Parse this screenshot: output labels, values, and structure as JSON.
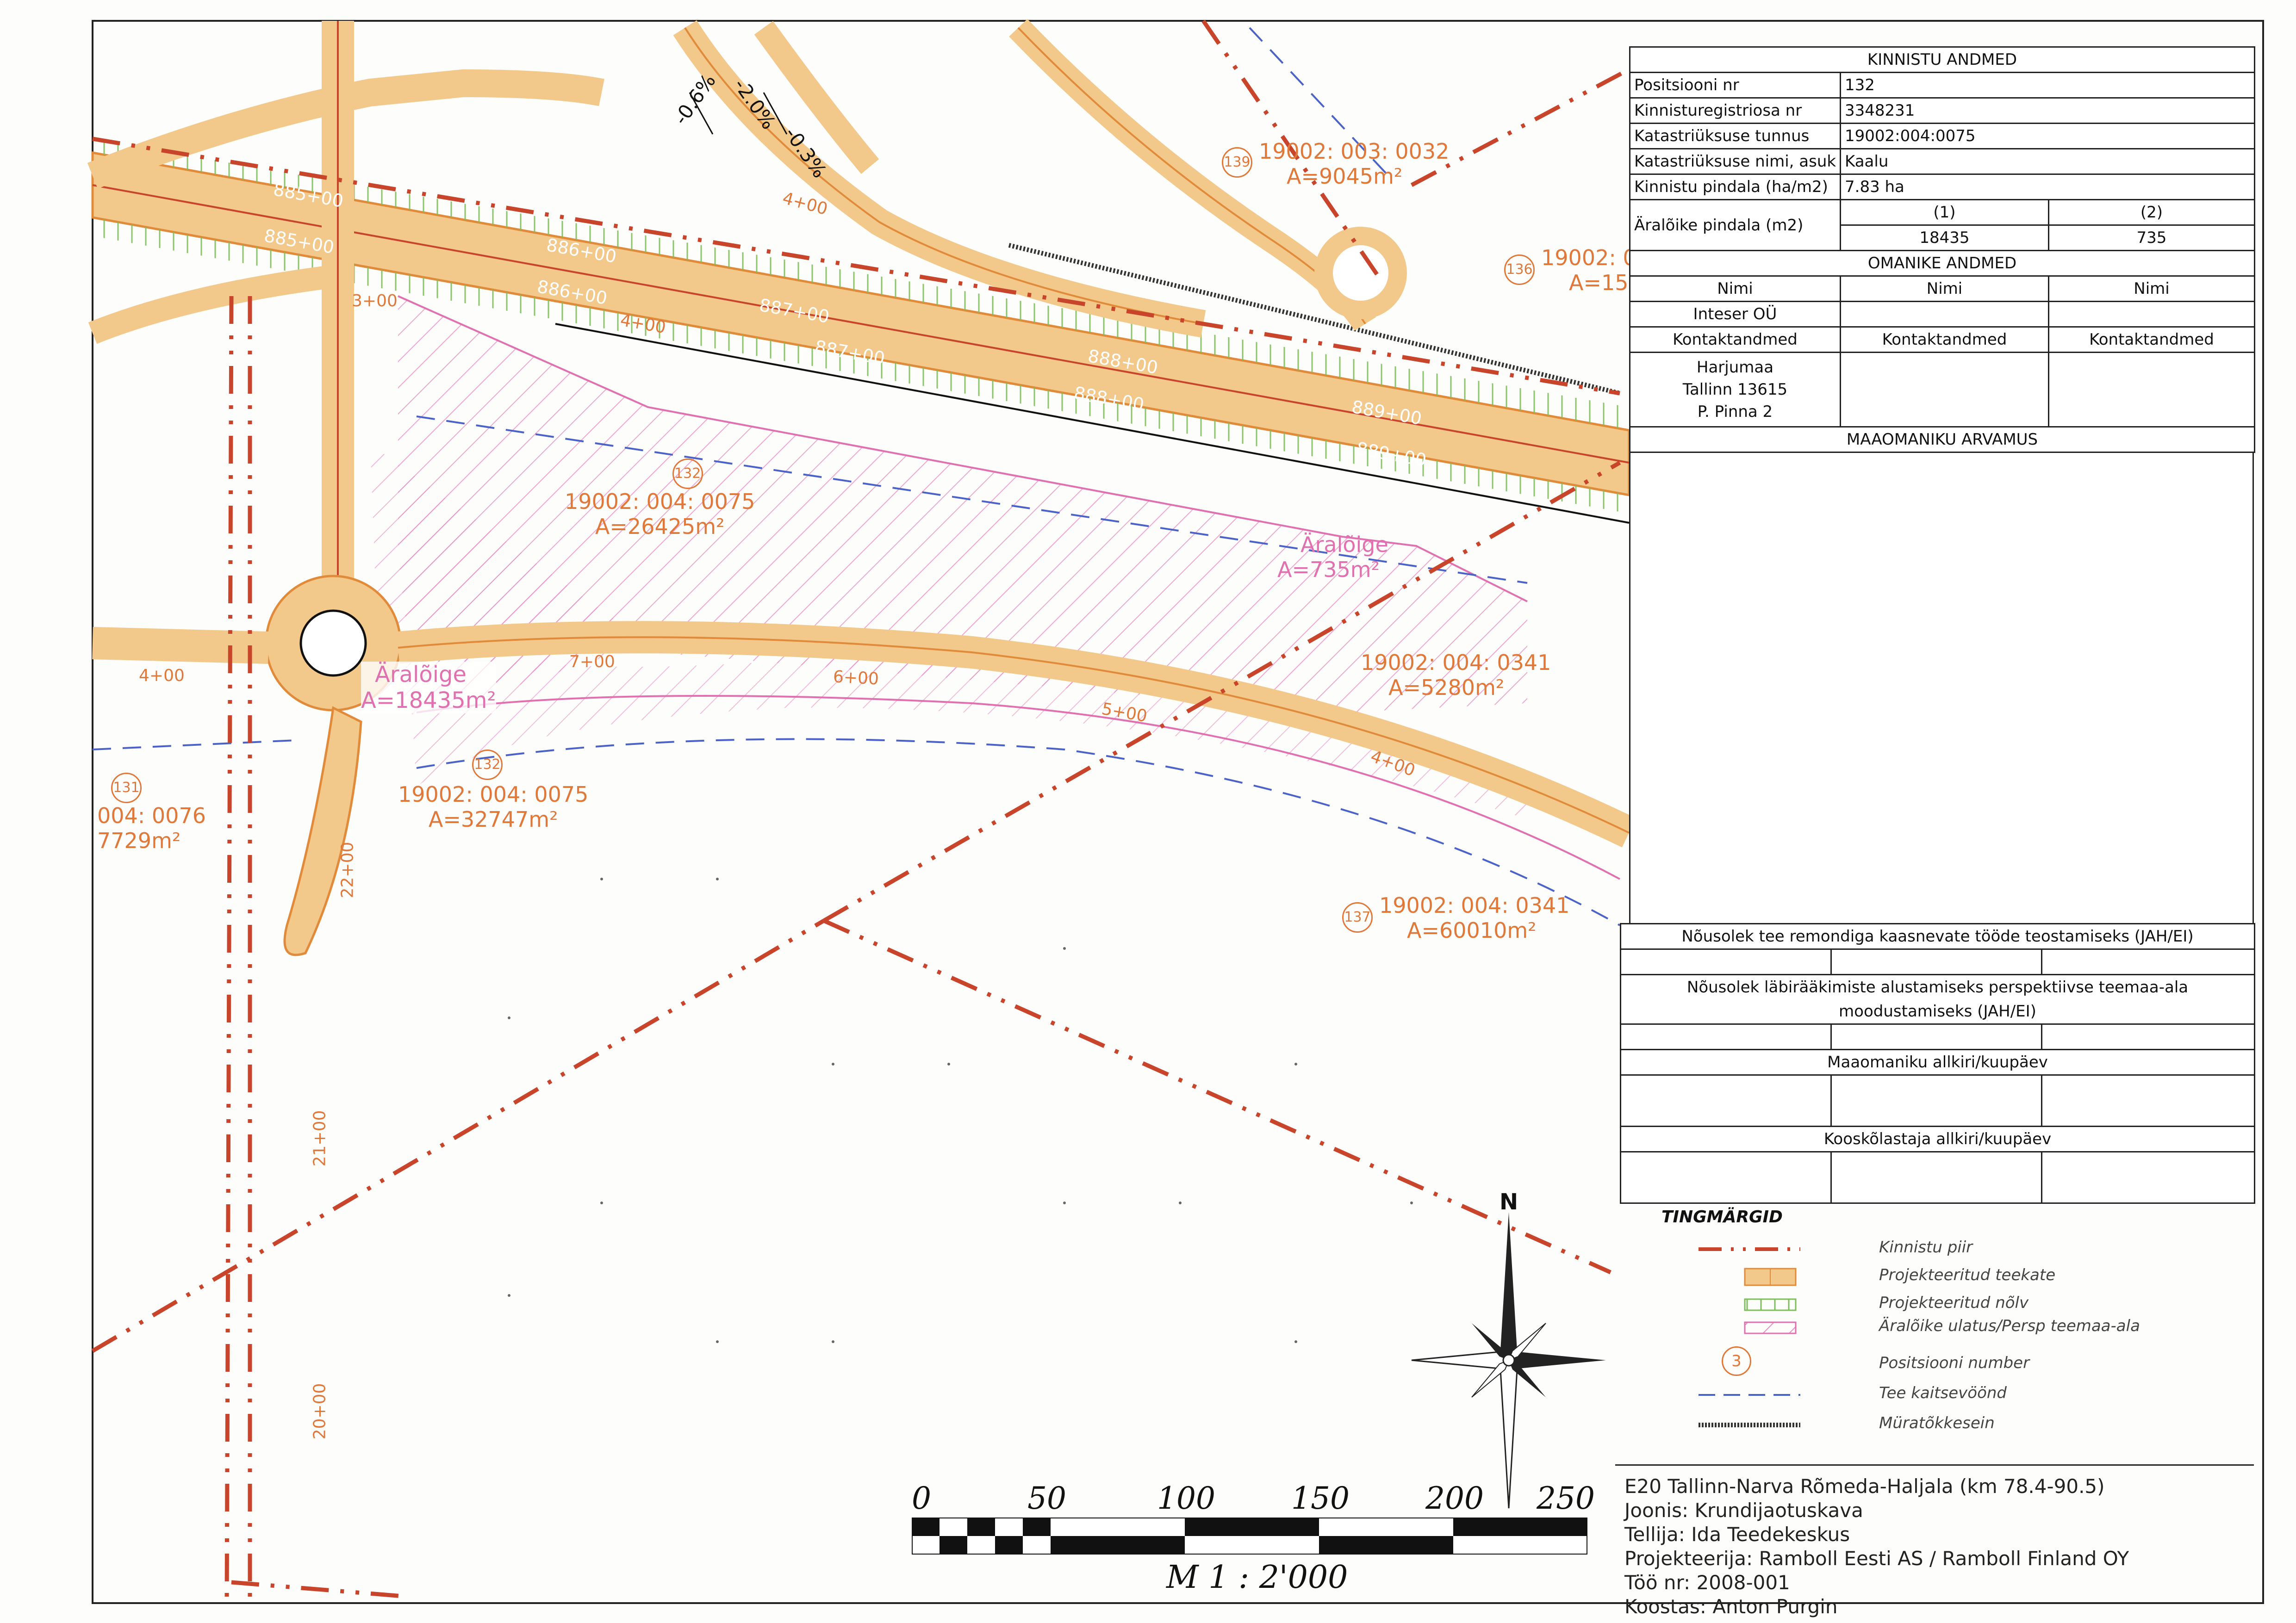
{
  "info_table": {
    "title": "KINNISTU ANDMED",
    "rows": [
      {
        "label": "Positsiooni nr",
        "value": "132"
      },
      {
        "label": "Kinnisturegistriosa nr",
        "value": "3348231"
      },
      {
        "label": "Katastriüksuse tunnus",
        "value": "19002:004:0075"
      },
      {
        "label": "Katastriüksuse nimi, asuk",
        "value": "Kaalu"
      },
      {
        "label": "Kinnistu pindala (ha/m2)",
        "value": "7.83 ha"
      }
    ],
    "araloike_label": "Äralõike pindala (m2)",
    "araloike_cols": [
      "(1)",
      "(2)"
    ],
    "araloike_vals": [
      "18435",
      "735"
    ]
  },
  "owners": {
    "title": "OMANIKE ANDMED",
    "name_header": "Nimi",
    "owner_name": "Inteser OÜ",
    "contact_header": "Kontaktandmed",
    "address": [
      "Harjumaa",
      "Tallinn 13615",
      "P. Pinna 2"
    ]
  },
  "opinion": {
    "title": "MAAOMANIKU ARVAMUS"
  },
  "consents": [
    "Nõusolek tee remondiga kaasnevate tööde teostamiseks (JAH/EI)",
    "Nõusolek läbirääkimiste alustamiseks perspektiivse teemaa-ala",
    "moodustamiseks (JAH/EI)",
    "Maaomaniku allkiri/kuupäev",
    "Kooskõlastaja allkiri/kuupäev"
  ],
  "legend": {
    "title": "TINGMÄRGID",
    "items": [
      {
        "label": "Kinnistu piir",
        "symbol": "boundary"
      },
      {
        "label": "Projekteeritud teekate",
        "symbol": "pavement"
      },
      {
        "label": "Projekteeritud nõlv",
        "symbol": "slope"
      },
      {
        "label": "Äralõike ulatus/Persp teemaa-ala",
        "symbol": "hatch"
      },
      {
        "label": "Positsiooni number",
        "symbol": "circle",
        "number": "3"
      },
      {
        "label": "Tee kaitsevöönd",
        "symbol": "dash"
      },
      {
        "label": "Müratõkkesein",
        "symbol": "noisewall"
      }
    ]
  },
  "title_block": {
    "project": "E20 Tallinn-Narva Rõmeda-Haljala (km 78.4-90.5)",
    "drawing": "Joonis: Krundijaotuskava",
    "client": "Tellija: Ida Teedekeskus",
    "designer": "Projekteerija: Ramboll Eesti AS / Ramboll Finland OY",
    "job": "Töö nr: 2008-001",
    "author": "Koostas: Anton Purgin"
  },
  "scale": {
    "ticks": [
      "0",
      "50",
      "100",
      "150",
      "200",
      "250"
    ],
    "label": "M 1 : 2'000"
  },
  "compass": {
    "north": "N"
  },
  "parcels": [
    {
      "pos": "132",
      "id": "19002: 004: 0075",
      "area": "A=26425m²"
    },
    {
      "pos": "132",
      "id": "19002: 004: 0075",
      "area": "A=32747m²"
    },
    {
      "pos": "131",
      "id": "004: 0076",
      "area": "7729m²"
    },
    {
      "pos": "139",
      "id": "19002: 003: 0032",
      "area": "A=9045m²"
    },
    {
      "pos": "136",
      "id": "19002: 0",
      "area": "A=15"
    },
    {
      "pos": "137",
      "id": "19002: 004: 0341",
      "area": "A=60010m²"
    },
    {
      "pos": "",
      "id": "19002: 004: 0341",
      "area": "A=5280m²"
    }
  ],
  "cutoffs": [
    {
      "label": "Äralõige",
      "area": "A=18435m²"
    },
    {
      "label": "Äralõige",
      "area": "A=735m²"
    }
  ],
  "stations": [
    "885+00",
    "885+00",
    "886+00",
    "886+00",
    "887+00",
    "887+00",
    "888+00",
    "888+00",
    "889+00",
    "889+00",
    "4+00",
    "3+00",
    "4+00",
    "4+00",
    "22+00",
    "21+00",
    "20+00",
    "7+00",
    "6+00",
    "5+00",
    "4+00"
  ],
  "grades": [
    "-0.6%",
    "-2.0%",
    "-0.3%"
  ],
  "colors": {
    "boundary": "#c8452c",
    "pavement": "#f2c98a",
    "pavement_edge": "#e08a3a",
    "slope": "#7dbf5a",
    "hatch": "#e070b0",
    "dash": "#4b63c8",
    "text_orange": "#e0783a",
    "grid": "#222222"
  }
}
